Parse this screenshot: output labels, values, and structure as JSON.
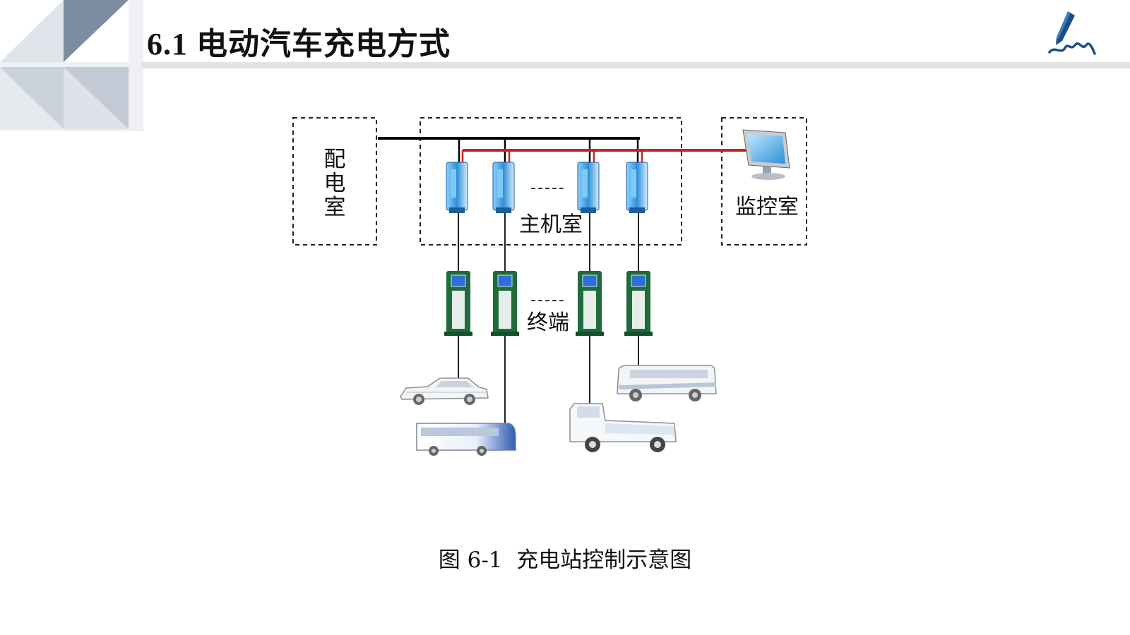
{
  "slide": {
    "title": "6.1 电动汽车充电方式"
  },
  "diagram": {
    "rooms": {
      "distribution": "配电室",
      "host": "主机室",
      "monitoring": "监控室"
    },
    "terminals_label": "终端",
    "ellipsis": "-----",
    "colors": {
      "power_line": "#000000",
      "signal_line": "#d01f1f",
      "charger_body": "#1f6b3a",
      "host_unit": "#3a9ad9"
    }
  },
  "caption": {
    "number": "图 6-1",
    "text": "充电站控制示意图"
  },
  "icons": [
    "corner-triangle-decoration",
    "pen-logo-icon",
    "host-unit-icon",
    "charging-pile-icon",
    "monitor-icon",
    "car-icon",
    "bus-icon",
    "van-icon",
    "truck-icon"
  ]
}
